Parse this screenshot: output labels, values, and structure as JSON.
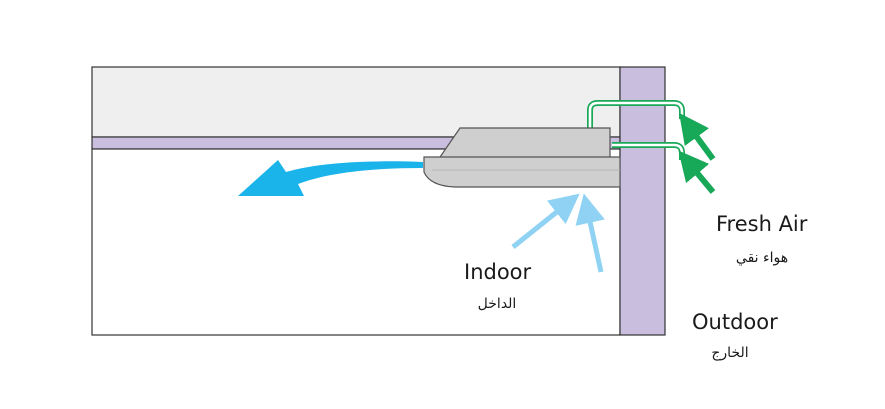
{
  "labels": {
    "fresh_air": "Fresh Air",
    "fresh_air_ar": "هواء نقي",
    "indoor": "Indoor",
    "indoor_ar": "الداخل",
    "outdoor": "Outdoor",
    "outdoor_ar": "الخارج"
  },
  "colors": {
    "room_outline": "#333333",
    "ceiling_void": "#efefef",
    "wall_and_ceiling": "#c9bedd",
    "unit_body": "#cfcfcf",
    "unit_outline": "#555555",
    "discharge_air": "#1ab4ea",
    "return_air": "#8fd2f3",
    "fresh_air": "#17a858"
  },
  "icons": {
    "unit": "cassette-air-conditioner-icon",
    "discharge": "supply-air-arrow-icon",
    "return": "return-air-arrow-icon",
    "fresh": "fresh-air-arrow-icon"
  }
}
